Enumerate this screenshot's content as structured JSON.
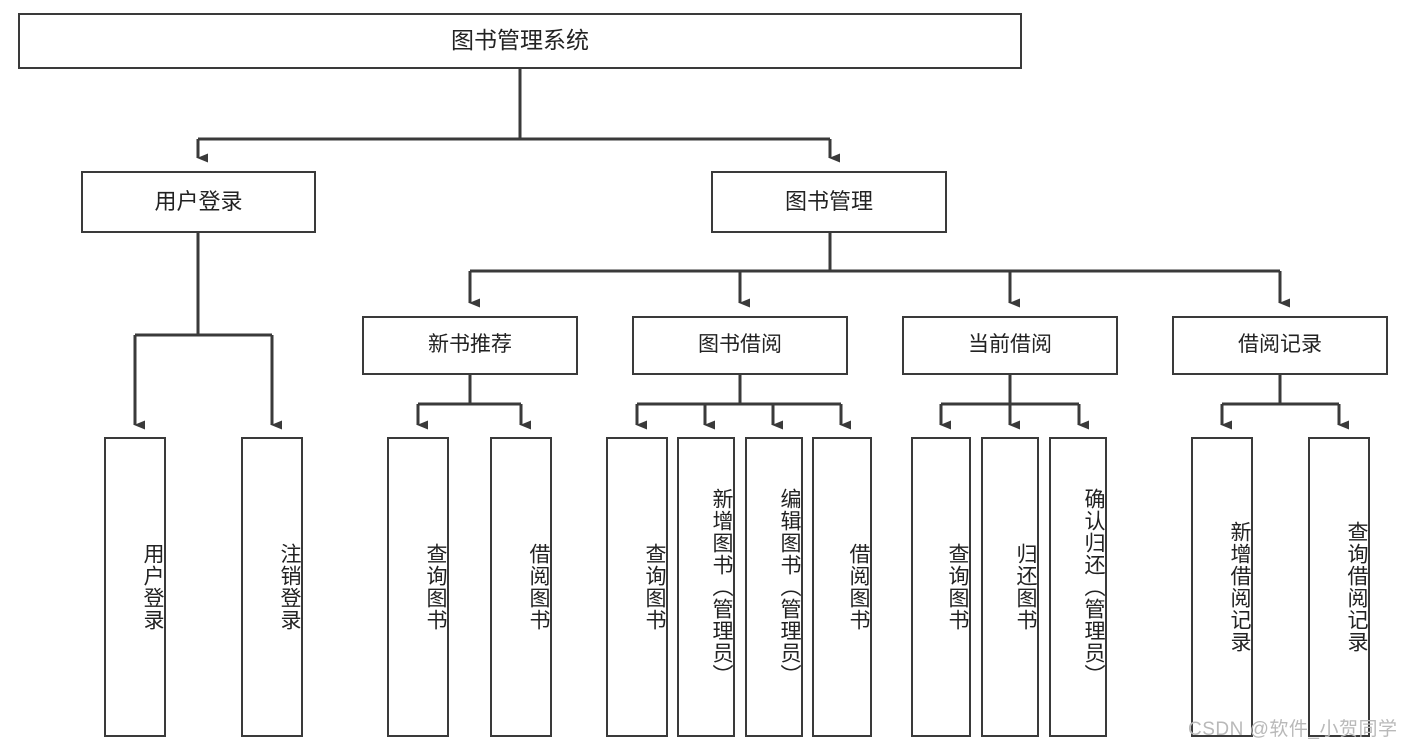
{
  "diagram": {
    "title": "图书管理系统",
    "type": "tree-hierarchy-chart",
    "root": {
      "id": "root",
      "label": "图书管理系统"
    },
    "level2": [
      {
        "id": "user-login",
        "label": "用户登录"
      },
      {
        "id": "book-manage",
        "label": "图书管理"
      }
    ],
    "level3": [
      {
        "id": "new-book-rec",
        "label": "新书推荐"
      },
      {
        "id": "book-borrow",
        "label": "图书借阅"
      },
      {
        "id": "current-borrow",
        "label": "当前借阅"
      },
      {
        "id": "borrow-record",
        "label": "借阅记录"
      }
    ],
    "leaves": {
      "user_login": [
        {
          "id": "leaf-user-login",
          "label": "用户登录"
        },
        {
          "id": "leaf-logout-login",
          "label": "注销登录"
        }
      ],
      "new_book_rec": [
        {
          "id": "leaf-query-book-1",
          "label": "查询图书"
        },
        {
          "id": "leaf-borrow-book-1",
          "label": "借阅图书"
        }
      ],
      "book_borrow": [
        {
          "id": "leaf-query-book-2",
          "label": "查询图书"
        },
        {
          "id": "leaf-add-book",
          "label": "新增图书（管理员）"
        },
        {
          "id": "leaf-edit-book",
          "label": "编辑图书（管理员）"
        },
        {
          "id": "leaf-borrow-book-2",
          "label": "借阅图书"
        }
      ],
      "current_borrow": [
        {
          "id": "leaf-query-book-3",
          "label": "查询图书"
        },
        {
          "id": "leaf-return-book",
          "label": "归还图书"
        },
        {
          "id": "leaf-confirm-return",
          "label": "确认归还（管理员）"
        }
      ],
      "borrow_record": [
        {
          "id": "leaf-add-record",
          "label": "新增借阅记录"
        },
        {
          "id": "leaf-query-record",
          "label": "查询借阅记录"
        }
      ]
    }
  },
  "watermark": {
    "text": "CSDN @软件_小贺同学"
  },
  "colors": {
    "border": "#3a3a3a",
    "background": "#ffffff",
    "text": "#222222",
    "watermark": "#b9b9b9"
  }
}
